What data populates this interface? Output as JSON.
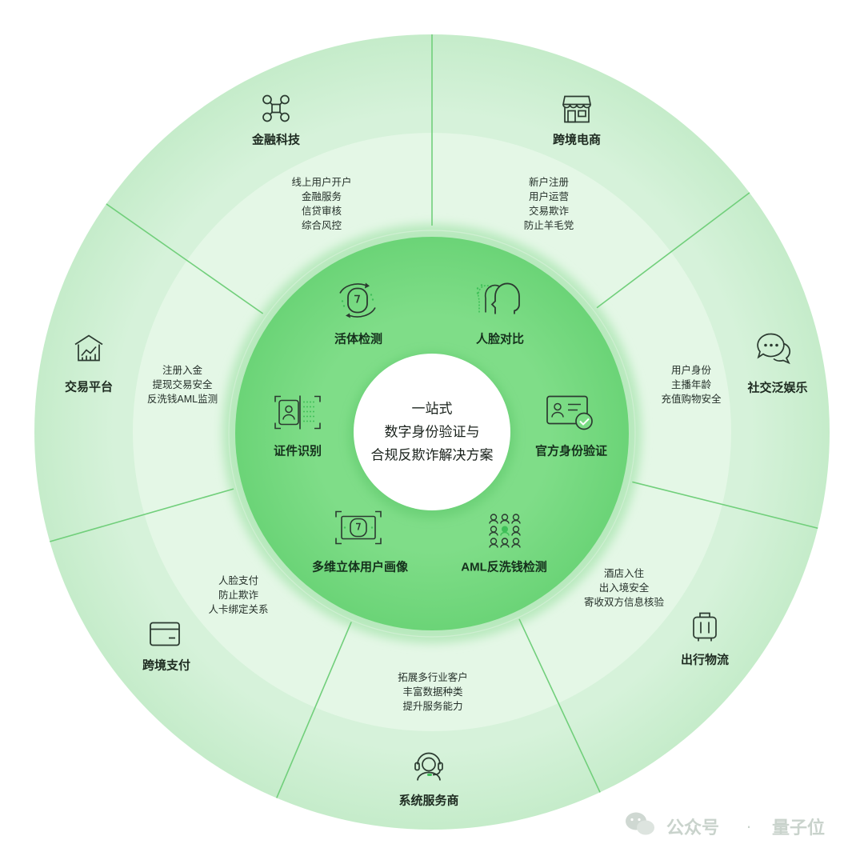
{
  "center": {
    "lines": [
      "一站式",
      "数字身份验证与",
      "合规反欺诈解决方案"
    ]
  },
  "capabilities": [
    {
      "label": "活体检测",
      "icon": "liveness-face-icon"
    },
    {
      "label": "人脸对比",
      "icon": "face-compare-icon"
    },
    {
      "label": "官方身份验证",
      "icon": "id-card-check-icon"
    },
    {
      "label": "AML反洗钱检测",
      "icon": "people-network-icon"
    },
    {
      "label": "多维立体用户画像",
      "icon": "user-portrait-icon"
    },
    {
      "label": "证件识别",
      "icon": "document-scan-icon"
    }
  ],
  "industries": [
    {
      "label": "金融科技",
      "icon": "molecule-network-icon",
      "items": [
        "线上用户开户",
        "金融服务",
        "信贷审核",
        "综合风控"
      ]
    },
    {
      "label": "跨境电商",
      "icon": "storefront-icon",
      "items": [
        "新户注册",
        "用户运营",
        "交易欺诈",
        "防止羊毛党"
      ]
    },
    {
      "label": "社交泛娱乐",
      "icon": "chat-bubbles-icon",
      "items": [
        "用户身份",
        "主播年龄",
        "充值购物安全"
      ]
    },
    {
      "label": "出行物流",
      "icon": "luggage-icon",
      "items": [
        "酒店入住",
        "出入境安全",
        "寄收双方信息核验"
      ]
    },
    {
      "label": "系统服务商",
      "icon": "headset-agent-icon",
      "items": [
        "拓展多行业客户",
        "丰富数据种类",
        "提升服务能力"
      ]
    },
    {
      "label": "跨境支付",
      "icon": "credit-card-icon",
      "items": [
        "人脸支付",
        "防止欺诈",
        "人卡绑定关系"
      ]
    },
    {
      "label": "交易平台",
      "icon": "bank-chart-icon",
      "items": [
        "注册入金",
        "提现交易安全",
        "反洗钱AML监测"
      ]
    }
  ],
  "watermark": {
    "left": "公众号",
    "sep": "·",
    "right": "量子位",
    "icon": "wechat-icon"
  },
  "colors": {
    "outer_ring": "#d3f1d7",
    "middle_ring": "#e4f7e6",
    "inner_disk": "#7bdc85",
    "divider": "#6fce79",
    "icon_stroke": "#2b3a30",
    "icon_accent": "#3fbf58"
  }
}
